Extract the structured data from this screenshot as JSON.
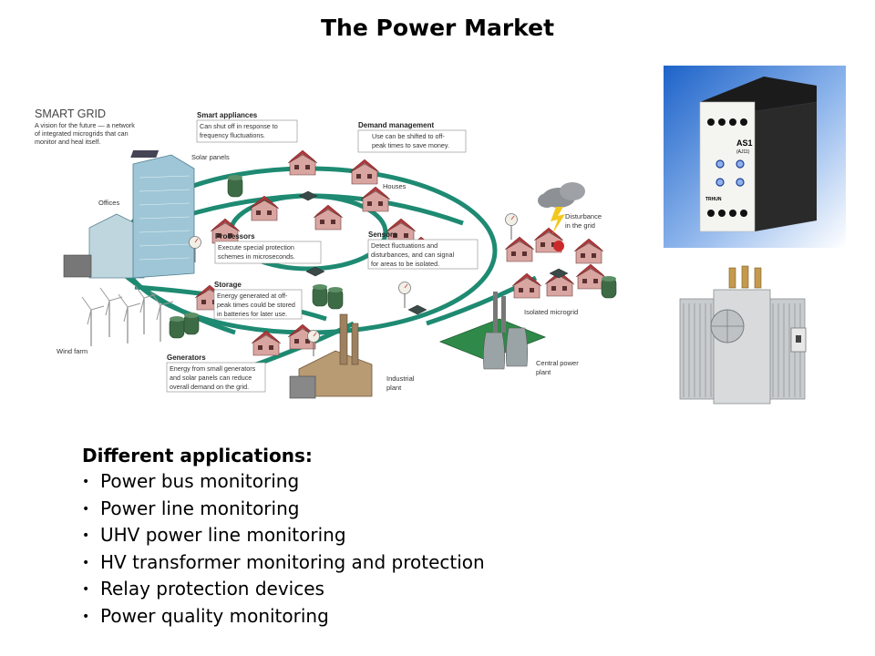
{
  "slide": {
    "title": "The Power Market"
  },
  "smart_grid": {
    "heading": "SMART GRID",
    "intro": [
      "A vision for the future — a network",
      "of integrated microgrids that can",
      "monitor and heal itself."
    ],
    "callouts": {
      "smart_appliances": {
        "title": "Smart appliances",
        "lines": [
          "Can shut off in response to",
          "frequency fluctuations."
        ]
      },
      "demand_management": {
        "title": "Demand management",
        "lines": [
          "Use can be shifted to off-",
          "peak times to save money."
        ]
      },
      "processors": {
        "title": "Processors",
        "lines": [
          "Execute special protection",
          "schemes in microseconds."
        ]
      },
      "sensors": {
        "title": "Sensors",
        "lines": [
          "Detect fluctuations and",
          "disturbances, and can signal",
          "for areas to be isolated."
        ]
      },
      "storage": {
        "title": "Storage",
        "lines": [
          "Energy generated at off-",
          "peak times could be stored",
          "in batteries for later use."
        ]
      },
      "generators": {
        "title": "Generators",
        "lines": [
          "Energy from small generators",
          "and solar panels can reduce",
          "overall demand on the grid."
        ]
      }
    },
    "labels": {
      "solar_panels": "Solar panels",
      "offices": "Offices",
      "houses": "Houses",
      "disturbance": [
        "Disturbance",
        "in the grid"
      ],
      "isolated_microgrid": "Isolated microgrid",
      "wind_farm": "Wind farm",
      "industrial_plant": [
        "Industrial",
        "plant"
      ],
      "central_power_plant": [
        "Central power",
        "plant"
      ]
    }
  },
  "relay": {
    "model": "AS1",
    "submodel": "(AJ11)",
    "brand": "TRHUN"
  },
  "applications": {
    "heading": "Different applications:",
    "items": [
      "Power bus monitoring",
      "Power line monitoring",
      "UHV power line monitoring",
      "HV transformer monitoring and protection",
      "Relay protection devices",
      "Power quality monitoring"
    ]
  },
  "colors": {
    "grid_line": "#1e8a72",
    "house_roof": "#b0393c",
    "house_wall": "#d9a5a0",
    "tower": "#7fb3c6"
  }
}
